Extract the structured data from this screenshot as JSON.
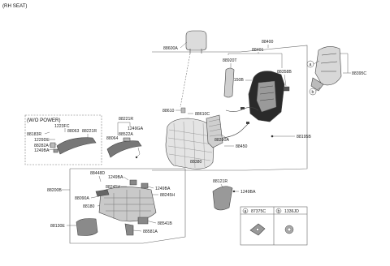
{
  "title": "(RH SEAT)",
  "wo_power_title": "(W/O POWER)",
  "legend": {
    "a_letter": "a",
    "a_code": "87375C",
    "b_letter": "b",
    "b_code": "1336JD"
  },
  "callouts": {
    "a": "a",
    "b": "b"
  },
  "labels": {
    "l88600A": "88600A",
    "l88400": "88400",
    "l88401": "88401",
    "l88920T": "88920T",
    "l88358B": "88358B",
    "l88150B": "88150B",
    "l88395C": "88395C",
    "l88610": "88610",
    "l88610C": "88610C",
    "l88390A": "88390A",
    "l88450": "88450",
    "l88195B": "88195B",
    "l88380": "88380",
    "l1223FC": "1223FC",
    "l88063": "88063",
    "l88221R_a": "88221R",
    "l88183R": "88183R",
    "l1229DE": "1229DE",
    "l88282A": "88282A",
    "l1249BA_a": "1249BA",
    "l88221R_b": "88221R",
    "l1249GA": "1249GA",
    "l88522A": "88522A",
    "l88064": "88064",
    "l88121R": "88121R",
    "l1249BA_r": "1249BA",
    "l88448D": "88448D",
    "l1249BA_c": "1249BA",
    "l88200B": "88200B",
    "l88245H_a": "88245H",
    "l1249BA_d": "1249BA",
    "l88090A": "88090A",
    "l88245H_b": "88245H",
    "l88180": "88180",
    "l88541B": "88541B",
    "l88130E": "88130E",
    "l88581A": "88581A"
  }
}
